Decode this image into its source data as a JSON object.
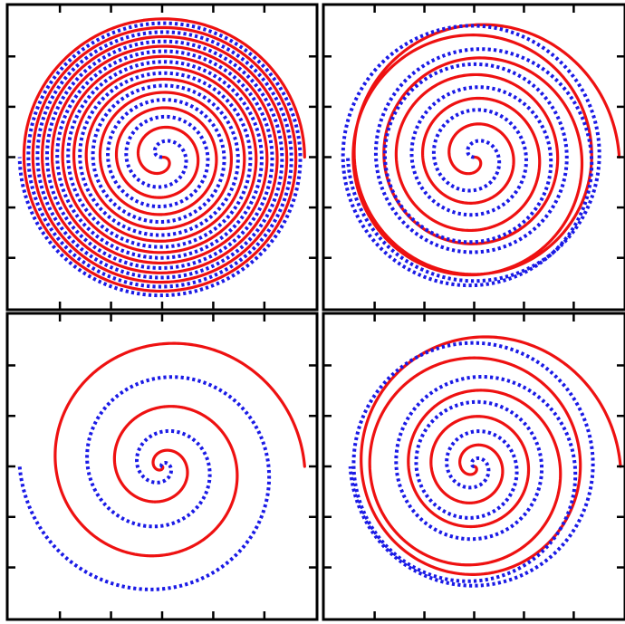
{
  "colors": {
    "solid": "#ee1111",
    "dotted": "#1a1ae6",
    "frame": "#000000",
    "background": "#ffffff"
  },
  "chart_data": [
    {
      "type": "line",
      "position": "top-left",
      "x_range": [
        -1,
        1
      ],
      "y_range": [
        -1,
        1
      ],
      "grid": false,
      "x_ticks": [
        -0.66,
        -0.33,
        0,
        0.33,
        0.66
      ],
      "y_ticks": [
        -0.66,
        -0.33,
        0,
        0.33,
        0.66
      ],
      "tick_labels_shown": false,
      "legend": "none",
      "series": [
        {
          "style": "solid",
          "color": "#ee1111",
          "curve": "spiral",
          "turns": 10,
          "r_max": 0.92,
          "exponent": 0.6,
          "start_angle_deg": 0,
          "direction": "ccw-inward"
        },
        {
          "style": "dotted",
          "color": "#1a1ae6",
          "curve": "spiral",
          "turns": 10,
          "r_max": 0.92,
          "exponent": 0.6,
          "start_angle_deg": 180,
          "direction": "ccw-inward"
        }
      ]
    },
    {
      "type": "line",
      "position": "top-right",
      "x_range": [
        -1,
        1
      ],
      "y_range": [
        -1,
        1
      ],
      "grid": false,
      "x_ticks": [
        -0.66,
        -0.33,
        0,
        0.33,
        0.66
      ],
      "y_ticks": [
        -0.66,
        -0.33,
        0,
        0.33,
        0.66
      ],
      "tick_labels_shown": false,
      "legend": "none",
      "series": [
        {
          "style": "solid",
          "color": "#ee1111",
          "curve": "spiral",
          "turns": 6,
          "r_max": 0.92,
          "exponent": 0.7,
          "start_angle_deg": 0,
          "direction": "ccw-inward",
          "wobble": 0.1
        },
        {
          "style": "dotted",
          "color": "#1a1ae6",
          "curve": "spiral",
          "turns": 6,
          "r_max": 0.92,
          "exponent": 0.7,
          "start_angle_deg": 180,
          "direction": "ccw-inward",
          "wobble": 0.1
        }
      ]
    },
    {
      "type": "line",
      "position": "bottom-left",
      "x_range": [
        -1,
        1
      ],
      "y_range": [
        -1,
        1
      ],
      "grid": false,
      "x_ticks": [
        -0.66,
        -0.33,
        0,
        0.33,
        0.66
      ],
      "y_ticks": [
        -0.66,
        -0.33,
        0,
        0.33,
        0.66
      ],
      "tick_labels_shown": false,
      "legend": "none",
      "series": [
        {
          "style": "solid",
          "color": "#ee1111",
          "curve": "spiral",
          "turns": 3,
          "r_max": 0.92,
          "exponent": 1.6,
          "start_angle_deg": 0,
          "direction": "ccw-inward"
        },
        {
          "style": "dotted",
          "color": "#1a1ae6",
          "curve": "spiral",
          "turns": 3,
          "r_max": 0.92,
          "exponent": 1.6,
          "start_angle_deg": 180,
          "direction": "ccw-inward"
        }
      ]
    },
    {
      "type": "line",
      "position": "bottom-right",
      "x_range": [
        -1,
        1
      ],
      "y_range": [
        -1,
        1
      ],
      "grid": false,
      "x_ticks": [
        -0.66,
        -0.33,
        0,
        0.33,
        0.66
      ],
      "y_ticks": [
        -0.66,
        -0.33,
        0,
        0.33,
        0.66
      ],
      "tick_labels_shown": false,
      "legend": "none",
      "series": [
        {
          "style": "solid",
          "color": "#ee1111",
          "curve": "spiral",
          "turns": 5,
          "r_max": 0.92,
          "exponent": 1.0,
          "start_angle_deg": 0,
          "direction": "ccw-inward",
          "wobble": 0.12
        },
        {
          "style": "dotted",
          "color": "#1a1ae6",
          "curve": "spiral",
          "turns": 5,
          "r_max": 0.92,
          "exponent": 1.0,
          "start_angle_deg": 180,
          "direction": "ccw-inward",
          "wobble": 0.12
        }
      ]
    }
  ]
}
